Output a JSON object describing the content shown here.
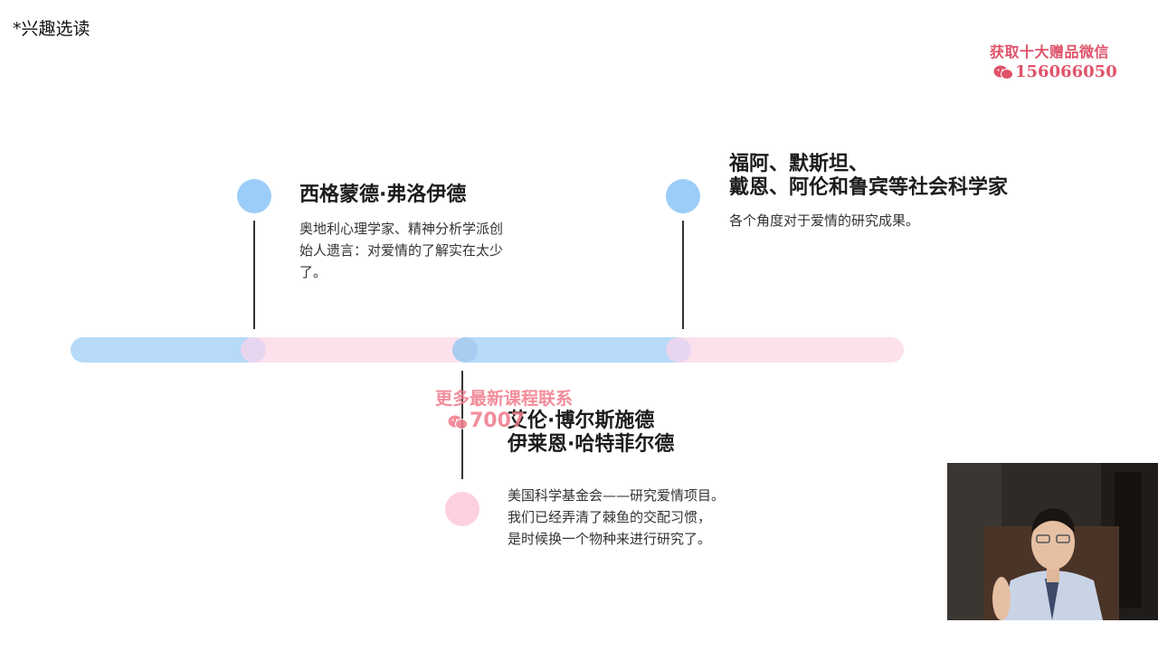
{
  "corner_label": "*兴趣选读",
  "watermark_top": {
    "line1": "获取十大赠品微信",
    "line2": "156066050"
  },
  "watermark_middle": {
    "line1": "更多最新课程联系",
    "line2": "7007"
  },
  "events": [
    {
      "title": "西格蒙德·弗洛伊德",
      "desc": [
        "奥地利心理学家、精神分析学派创",
        "始人遗言：对爱情的了解实在太少",
        "了。"
      ]
    },
    {
      "title": [
        "艾伦·博尔斯施德",
        "伊莱恩·哈特菲尔德"
      ],
      "desc": [
        "美国科学基金会——研究爱情项目。",
        "我们已经弄清了棘鱼的交配习惯，",
        "是时候换一个物种来进行研究了。"
      ]
    },
    {
      "title": [
        "福阿、默斯坦、",
        "戴恩、阿伦和鲁宾等社会科学家"
      ],
      "desc": [
        "各个角度对于爱情的研究成果。"
      ]
    }
  ],
  "colors": {
    "blue": "#9ccdf8",
    "pink": "#fcd0e0",
    "watermark": "#e0536a"
  }
}
